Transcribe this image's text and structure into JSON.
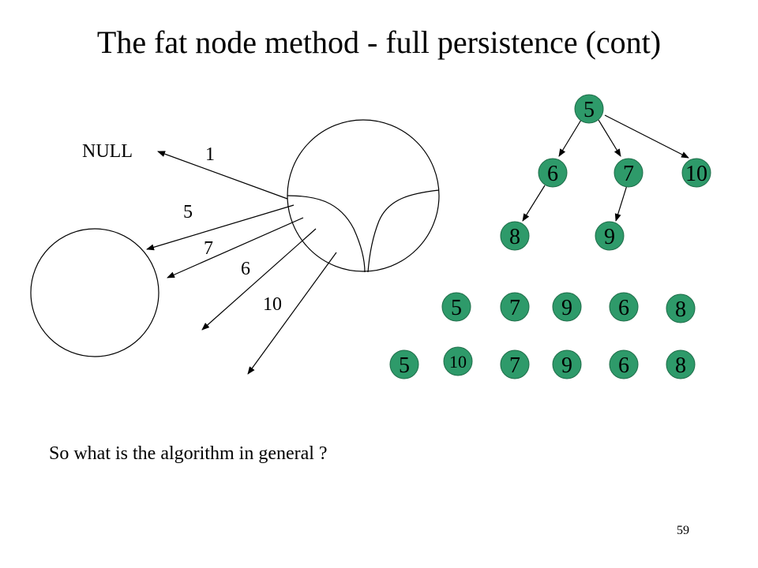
{
  "slide": {
    "title": "The fat node method - full persistence (cont)",
    "question": "So what is the algorithm in general ?",
    "page_number": "59"
  },
  "fat_node": {
    "null_label": "NULL",
    "pointer_labels": [
      "1",
      "5",
      "7",
      "6",
      "10"
    ]
  },
  "tree": {
    "root": "5",
    "level1": [
      "6",
      "7",
      "10"
    ],
    "level2": [
      "8",
      "9"
    ]
  },
  "version_lists": [
    [
      "5",
      "7",
      "9",
      "6",
      "8"
    ],
    [
      "5",
      "10",
      "7",
      "9",
      "6",
      "8"
    ]
  ],
  "colors": {
    "node_fill": "#2e9a6a",
    "node_stroke": "#1f6e4a",
    "line": "#000000"
  }
}
